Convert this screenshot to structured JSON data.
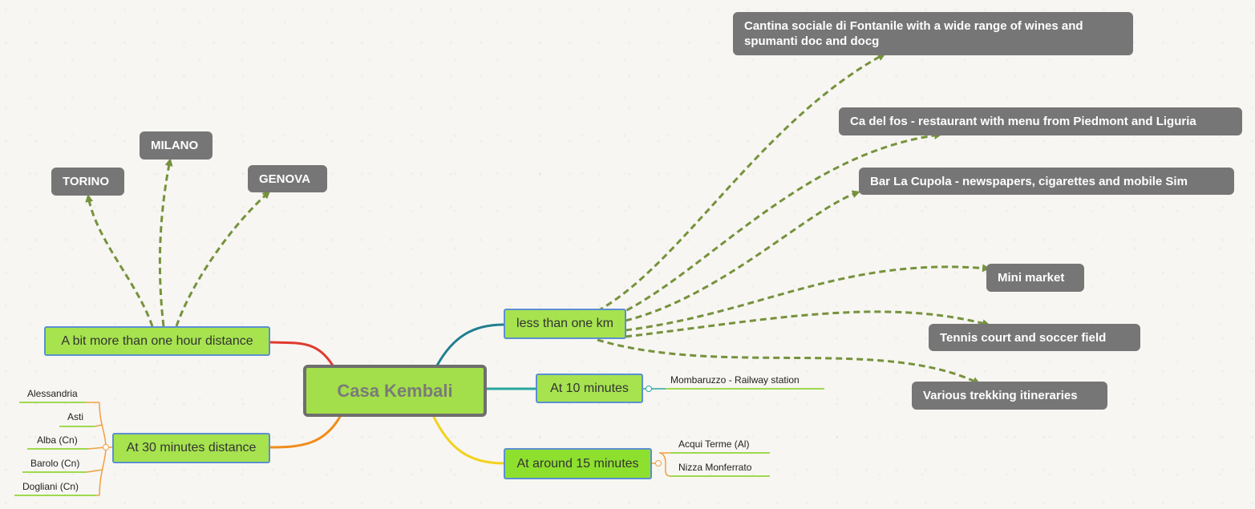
{
  "central": {
    "label": "Casa Kembali"
  },
  "branches": {
    "hour": {
      "label": "A bit more than one hour distance",
      "children": [
        "TORINO",
        "MILANO",
        "GENOVA"
      ]
    },
    "thirty": {
      "label": "At 30 minutes distance",
      "children": [
        "Alessandria",
        "Asti",
        "Alba  (Cn)",
        "Barolo (Cn)",
        "Dogliani (Cn)"
      ]
    },
    "lessKm": {
      "label": "less than one km",
      "children": [
        "Cantina sociale di Fontanile  with a wide range of wines and spumanti doc and docg",
        "Ca del fos - restaurant with menu from Piedmont and Liguria",
        "Bar La Cupola  - newspapers, cigarettes and mobile Sim",
        "Mini market",
        "Tennis court and  soccer field",
        "Various  trekking itineraries"
      ]
    },
    "tenMin": {
      "label": "At  10 minutes",
      "children": [
        "Mombaruzzo - Railway station"
      ]
    },
    "fifteenMin": {
      "label": "At around 15 minutes",
      "children": [
        "Acqui Terme (Al)",
        "Nizza Monferrato"
      ]
    }
  },
  "colors": {
    "arrow": "#76923c",
    "gray_node": "#767676",
    "green_node": "#a6e34f",
    "node_border": "#5c8fd1",
    "branch_red": "#e03a2f",
    "branch_orange": "#f08c1c",
    "branch_teal": "#1f7f90",
    "branch_cyan": "#2aa6a0",
    "branch_yellow": "#f2d21b",
    "leaf_underline": "#9ed94f",
    "leaf_bracket": "#f0a040"
  }
}
